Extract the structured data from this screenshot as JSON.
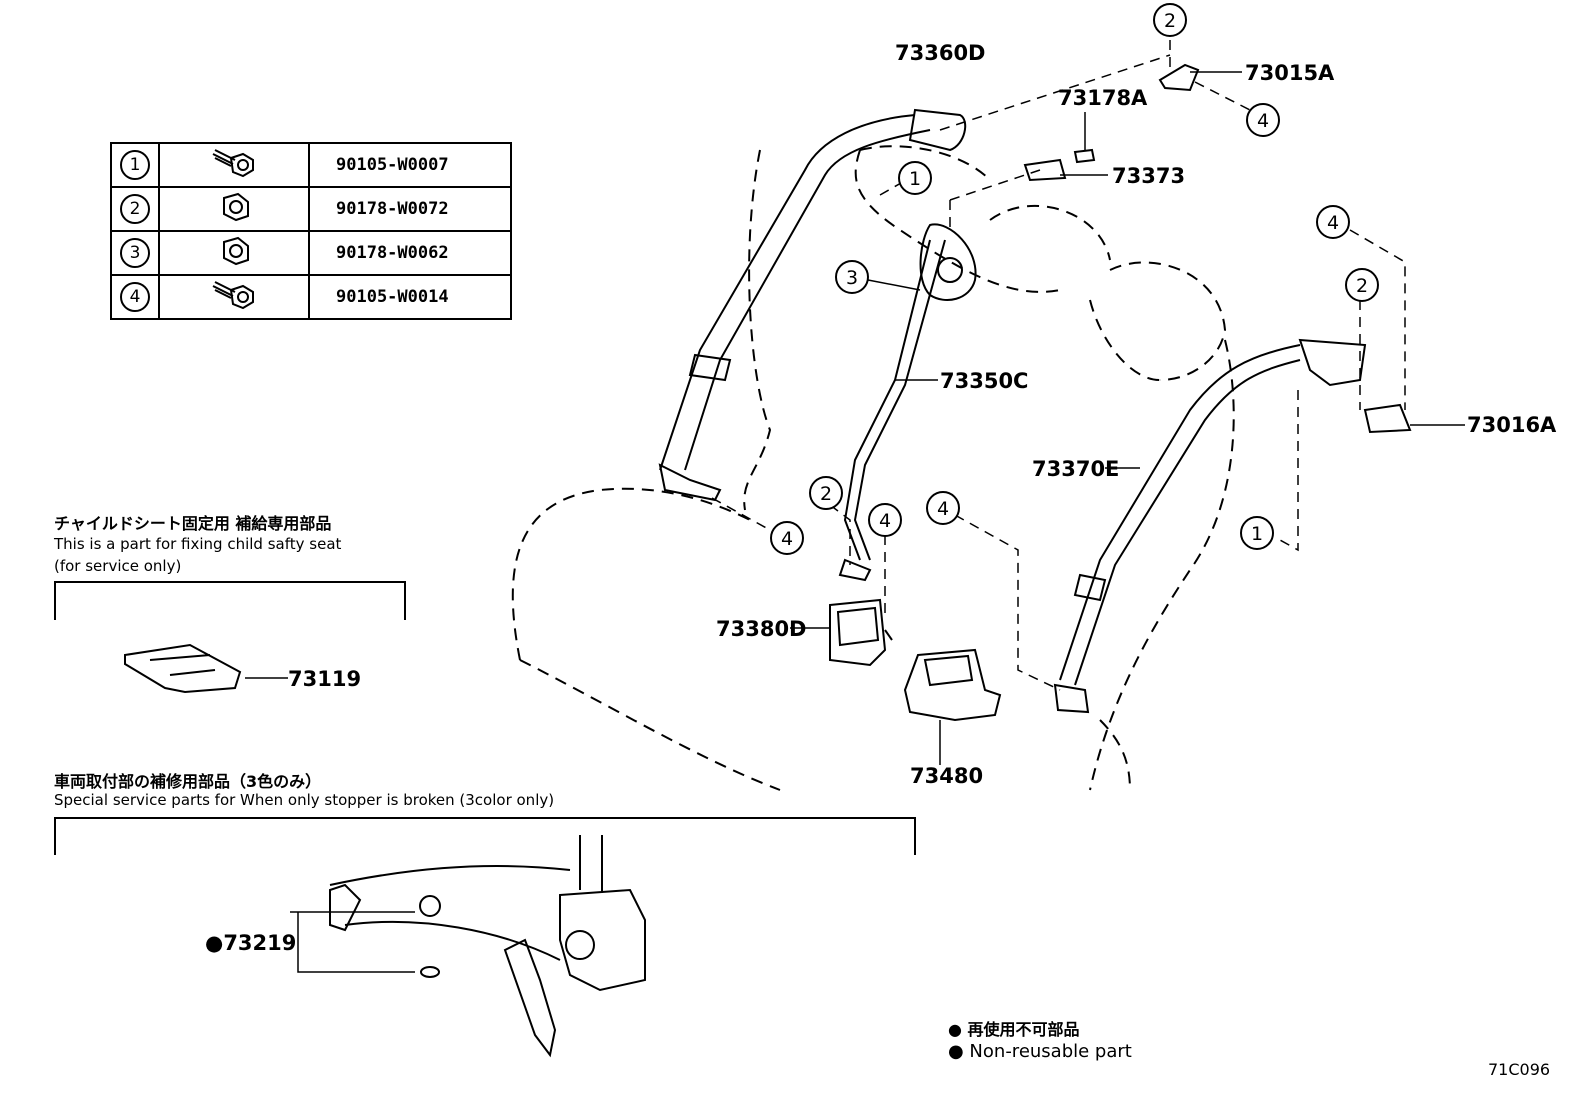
{
  "fastener_table": {
    "rows": [
      {
        "no": "1",
        "icon": "bolt-icon",
        "part": "90105-W0007"
      },
      {
        "no": "2",
        "icon": "nut-icon",
        "part": "90178-W0072"
      },
      {
        "no": "3",
        "icon": "nut-icon",
        "part": "90178-W0062"
      },
      {
        "no": "4",
        "icon": "bolt-icon",
        "part": "90105-W0014"
      }
    ]
  },
  "parts": {
    "p73360D": "73360D",
    "p73015A": "73015A",
    "p73178A": "73178A",
    "p73373": "73373",
    "p73350C": "73350C",
    "p73016A": "73016A",
    "p73370E": "73370E",
    "p73380D": "73380D",
    "p73480": "73480",
    "p73119": "73119",
    "p73219": "●73219"
  },
  "callouts": {
    "c1": "1",
    "c2": "2",
    "c3": "3",
    "c4": "4"
  },
  "child_seat_note": {
    "jp": "チャイルドシート固定用 補給専用部品",
    "en1": "This is a part for fixing child safty seat",
    "en2": "(for service only)"
  },
  "stopper_note": {
    "jp": "車両取付部の補修用部品（3色のみ）",
    "en": "Special service parts for When only stopper is broken (3color only)"
  },
  "legend": {
    "jp": "● 再使用不可部品",
    "en": "● Non-reusable part"
  },
  "figure_code": "71C096"
}
